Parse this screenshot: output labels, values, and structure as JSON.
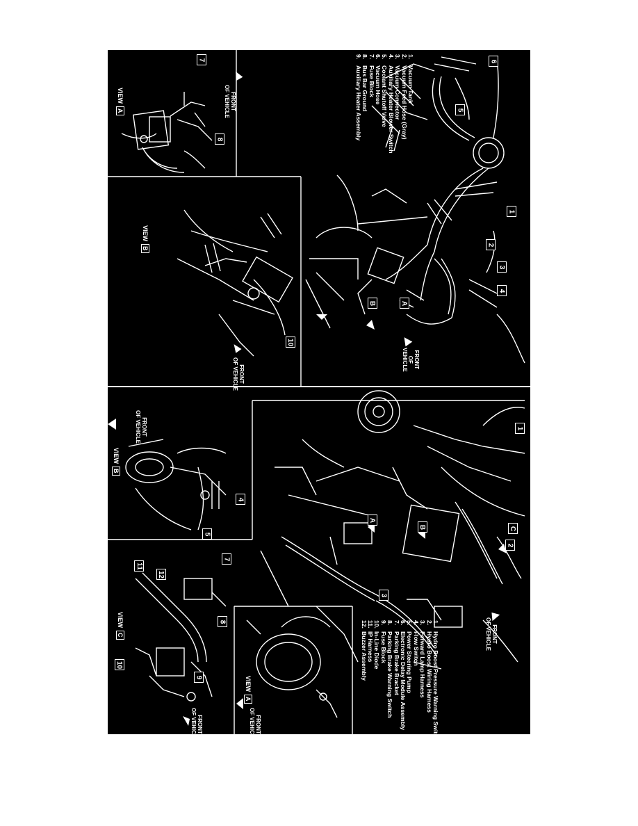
{
  "legend_top": [
    {
      "num": "1.",
      "label": "Vacuum Tank"
    },
    {
      "num": "2.",
      "label": "Vacuum Feed Hose (Gray)"
    },
    {
      "num": "3.",
      "label": "Vacuum Connector"
    },
    {
      "num": "4.",
      "label": "Auxiliary Heater Blower Switch"
    },
    {
      "num": "5.",
      "label": "Coolant Shutoff Valve"
    },
    {
      "num": "6.",
      "label": "Vacuum Hose"
    },
    {
      "num": "7.",
      "label": "Fuse Block"
    },
    {
      "num": "8.",
      "label": "Bus Bar Ground"
    },
    {
      "num": "9.",
      "label": "Auxiliary Heater Assembly"
    }
  ],
  "legend_bottom": [
    {
      "num": "1.",
      "label": "Hydro Boost Pressure Warning Switch"
    },
    {
      "num": "2.",
      "label": "Hydro Boost Wiring Harness"
    },
    {
      "num": "3.",
      "label": "Forward Lamp Harness"
    },
    {
      "num": "4.",
      "label": "Flow Switch"
    },
    {
      "num": "5.",
      "label": "Power Steering Pump"
    },
    {
      "num": "6.",
      "label": "Electronic Delay Module Assembly"
    },
    {
      "num": "7.",
      "label": "Parking Brake Bracket"
    },
    {
      "num": "8.",
      "label": "Parking Brake Warning Switch"
    },
    {
      "num": "9.",
      "label": "Fuse Block"
    },
    {
      "num": "10.",
      "label": "In-Line Diode"
    },
    {
      "num": "11.",
      "label": "IP Harness"
    },
    {
      "num": "12.",
      "label": "Buzzer Assembly"
    }
  ],
  "views": {
    "view_a": "VIEW",
    "view_a_letter": "A",
    "view_b": "VIEW",
    "view_b_letter": "B",
    "view_c": "VIEW",
    "view_c_letter": "C"
  },
  "front_of_vehicle": {
    "line1": "FRONT",
    "line2": "OF VEHICLE",
    "line_of": "OF",
    "line_vehicle": "VEHICLE"
  },
  "callouts_top": [
    "1",
    "2",
    "3",
    "4",
    "5",
    "6",
    "7",
    "8",
    "10",
    "A",
    "B"
  ],
  "callouts_bottom": [
    "1",
    "2",
    "3",
    "4",
    "5",
    "7",
    "8",
    "9",
    "10",
    "11",
    "12",
    "A",
    "B",
    "C"
  ],
  "colors": {
    "background": "#000000",
    "ink": "#ffffff",
    "page": "#ffffff"
  }
}
